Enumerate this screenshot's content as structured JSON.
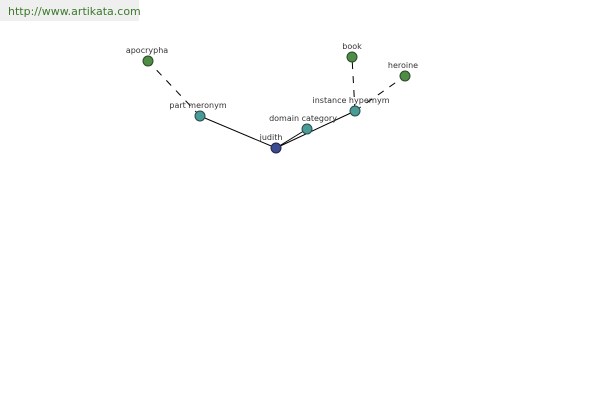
{
  "header": {
    "site_url": "http://www.artikata.com"
  },
  "graph": {
    "center": "judith",
    "relations": [
      {
        "label": "part meronym",
        "targets": [
          "apocrypha"
        ]
      },
      {
        "label": "domain category",
        "targets": []
      },
      {
        "label": "instance hypernym",
        "targets": [
          "book",
          "heroine"
        ]
      }
    ]
  },
  "colors": {
    "center_node": "#3d4a8f",
    "relation_node": "#4a9a97",
    "leaf_node": "#4f8c46",
    "node_stroke": "#2a4a2a",
    "url_text": "#3c7a2c",
    "banner_bg": "#efefef"
  }
}
